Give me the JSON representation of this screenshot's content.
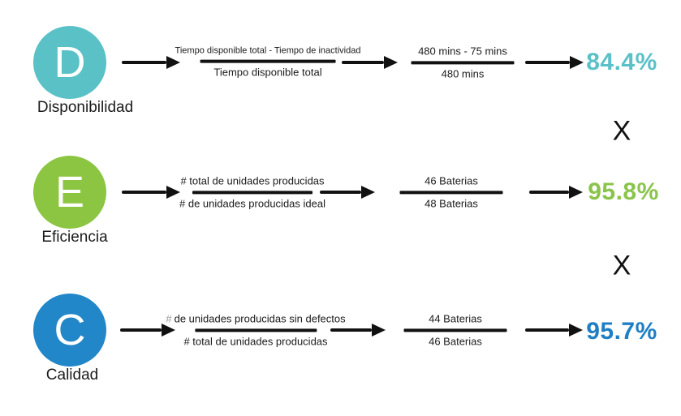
{
  "rows": [
    {
      "letter": "D",
      "label": "Disponibilidad",
      "circle_color": "#5ac1c7",
      "percent_color": "#5bc1c8",
      "formula": {
        "numerator": "Tiempo disponible total - Tiempo de inactividad",
        "denominator": "Tiempo disponible total"
      },
      "values": {
        "numerator": "480 mins - 75 mins",
        "denominator": "480 mins"
      },
      "result": "84.4%"
    },
    {
      "letter": "E",
      "label": "Eficiencia",
      "circle_color": "#8cc541",
      "percent_color": "#8ac44a",
      "formula": {
        "numerator": "# total de unidades producidas",
        "denominator": "# de unidades producidas ideal"
      },
      "values": {
        "numerator": "46 Baterias",
        "denominator": "48 Baterias"
      },
      "result": "95.8%"
    },
    {
      "letter": "C",
      "label": "Calidad",
      "circle_color": "#2287c8",
      "percent_color": "#1f7fc4",
      "formula": {
        "numerator_prefix": "#",
        "numerator_prefix_color": "#9b9b9b",
        "numerator_text": "de unidades producidas sin defectos",
        "denominator": "# total de unidades producidas"
      },
      "values": {
        "numerator": "44 Baterias",
        "denominator": "46 Baterias"
      },
      "result": "95.7%"
    }
  ],
  "separators": [
    {
      "symbol": "X"
    },
    {
      "symbol": "X"
    }
  ]
}
